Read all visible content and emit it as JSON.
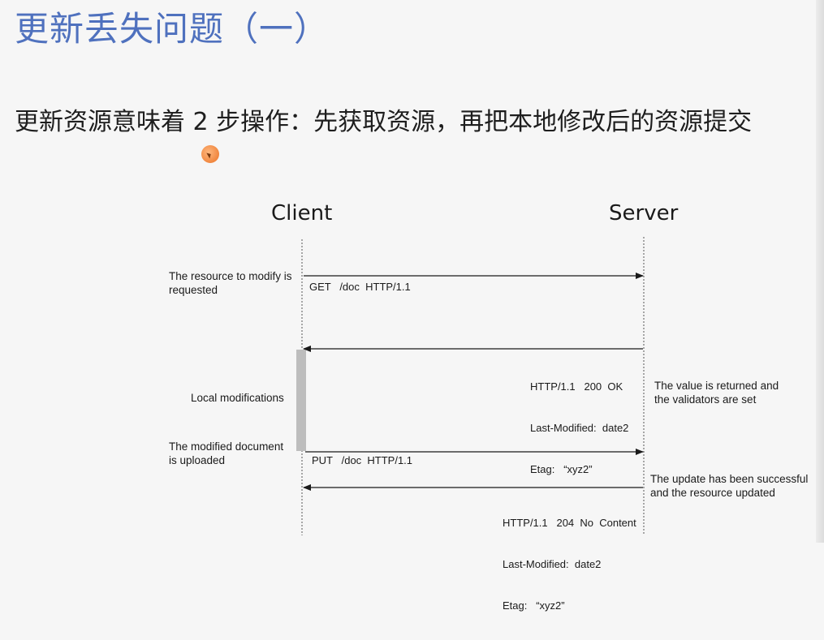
{
  "slide": {
    "title": "更新丢失问题（一）",
    "subtitle": "更新资源意味着 2 步操作：先获取资源，再把本地修改后的资源提交"
  },
  "diagram": {
    "actors": {
      "client": "Client",
      "server": "Server"
    },
    "notes": {
      "request": [
        "The resource to modify is",
        "requested"
      ],
      "local": "Local modifications",
      "upload": [
        "The modified document",
        "is uploaded"
      ],
      "validators": [
        "The value is returned and",
        "the validators are set"
      ],
      "success": [
        "The update has been successful",
        "and the resource updated"
      ]
    },
    "messages": {
      "get": "GET   /doc  HTTP/1.1",
      "response1": [
        "HTTP/1.1   200  OK",
        "Last-Modified:  date2",
        "Etag:   “xyz2”"
      ],
      "put": "PUT   /doc  HTTP/1.1",
      "response2": [
        "HTTP/1.1   204  No  Content",
        "Last-Modified:  date2",
        "Etag:   “xyz2”"
      ]
    }
  }
}
